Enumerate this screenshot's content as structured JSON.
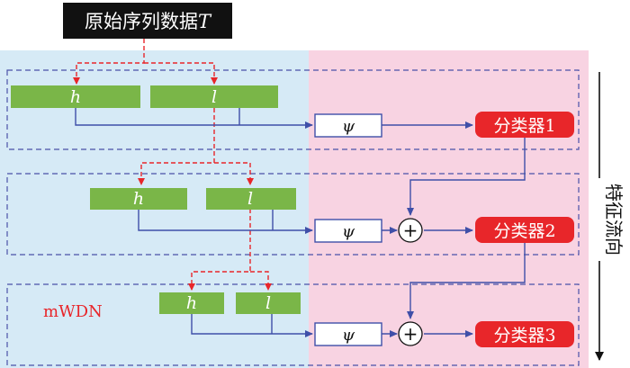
{
  "input_label": "原始序列数据",
  "input_symbol": "T",
  "high_label": "h",
  "low_label": "l",
  "psi_label": "ψ",
  "plus_label": "+",
  "mwdn_label": "mWDN",
  "flow_label": "特征流向",
  "classifiers": [
    "分类器1",
    "分类器2",
    "分类器3"
  ],
  "colors": {
    "left_panel": "#d6eaf6",
    "right_panel": "#f8d3e2",
    "bar_green": "#7ab648",
    "classifier_red": "#e8262a",
    "dash_blue": "#4a52a8",
    "dash_red": "#e8262a",
    "arrow_blue": "#3f4fa8",
    "title_black": "#111111"
  }
}
